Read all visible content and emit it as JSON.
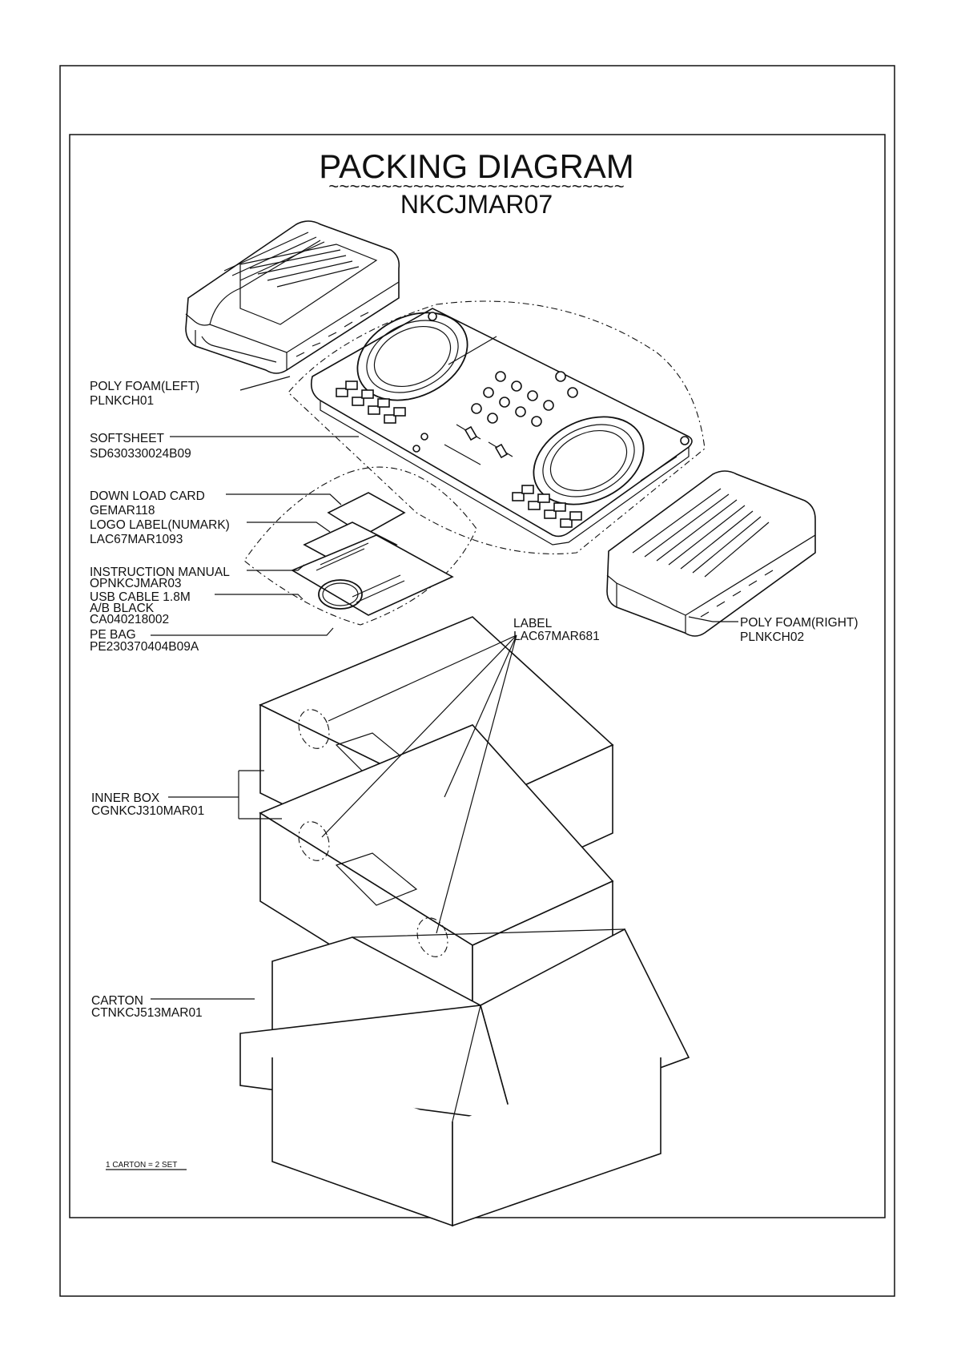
{
  "title": "PACKING DIAGRAM",
  "tilde_rule": "~~~~~~~~~~~~~~~~~~~~~~~~~~~~",
  "model": "NKCJMAR07",
  "callouts": {
    "poly_foam_left": {
      "name": "POLY FOAM(LEFT)",
      "code": "PLNKCH01"
    },
    "softsheet": {
      "name": "SOFTSHEET",
      "code": "SD630330024B09"
    },
    "download_card": {
      "name": "DOWN LOAD CARD",
      "code": "GEMAR118"
    },
    "logo_label": {
      "name": "LOGO LABEL(NUMARK)",
      "code": "LAC67MAR1093"
    },
    "instruction_manual": {
      "name": "INSTRUCTION MANUAL",
      "code": "OPNKCJMAR03"
    },
    "usb_cable": {
      "name": "USB CABLE 1.8M",
      "spec": "A/B BLACK",
      "code": "CA040218002"
    },
    "pe_bag": {
      "name": "PE BAG",
      "code": "PE230370404B09A"
    },
    "label": {
      "name": "LABEL",
      "code": "LAC67MAR681"
    },
    "poly_foam_right": {
      "name": "POLY FOAM(RIGHT)",
      "code": "PLNKCH02"
    },
    "inner_box": {
      "name": "INNER BOX",
      "code": "CGNKCJ310MAR01"
    },
    "carton": {
      "name": "CARTON",
      "code": "CTNKCJ513MAR01"
    }
  },
  "note": "1 CARTON = 2 SET"
}
